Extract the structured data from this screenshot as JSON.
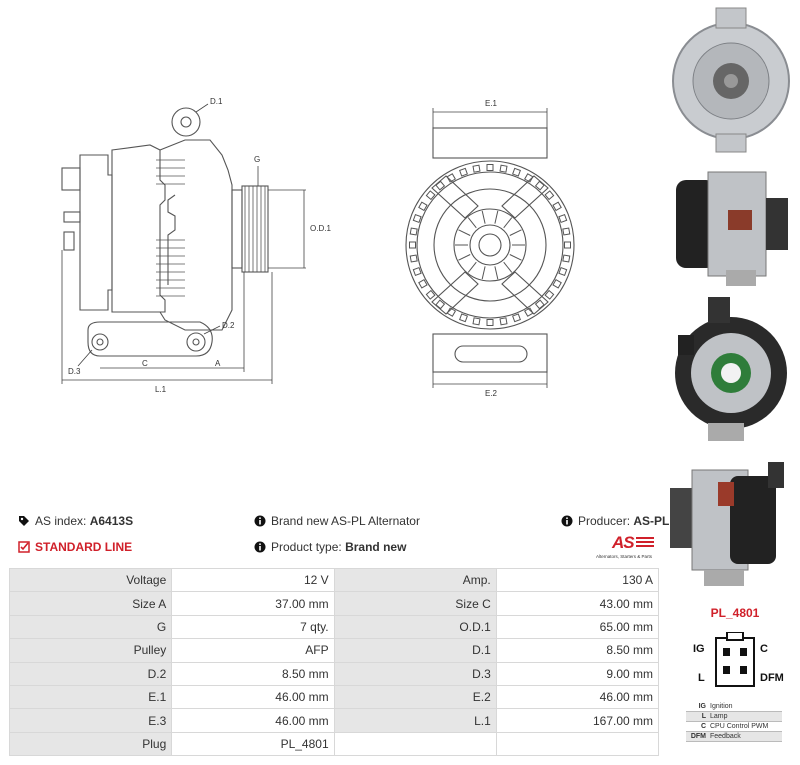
{
  "diagram": {
    "labels": {
      "d1": "D.1",
      "g": "G",
      "od1": "O.D.1",
      "d2": "D.2",
      "d3": "D.3",
      "c": "C",
      "a": "A",
      "l1": "L.1",
      "e1": "E.1",
      "e2": "E.2"
    }
  },
  "info": {
    "as_index_label": "AS index:",
    "as_index_value": "A6413S",
    "line": "STANDARD LINE",
    "desc": "Brand new AS-PL Alternator",
    "product_type_label": "Product type:",
    "product_type_value": "Brand new",
    "producer_label": "Producer:",
    "producer_value": "AS-PL",
    "logo_text": "AS",
    "logo_tagline": "Alternators, Starters & Parts"
  },
  "specs": [
    {
      "k1": "Voltage",
      "v1": "12 V",
      "k2": "Amp.",
      "v2": "130 A"
    },
    {
      "k1": "Size A",
      "v1": "37.00 mm",
      "k2": "Size C",
      "v2": "43.00 mm"
    },
    {
      "k1": "G",
      "v1": "7 qty.",
      "k2": "O.D.1",
      "v2": "65.00 mm"
    },
    {
      "k1": "Pulley",
      "v1": "AFP",
      "k2": "D.1",
      "v2": "8.50 mm"
    },
    {
      "k1": "D.2",
      "v1": "8.50 mm",
      "k2": "D.3",
      "v2": "9.00 mm"
    },
    {
      "k1": "E.1",
      "v1": "46.00 mm",
      "k2": "E.2",
      "v2": "46.00 mm"
    },
    {
      "k1": "E.3",
      "v1": "46.00 mm",
      "k2": "L.1",
      "v2": "167.00 mm"
    },
    {
      "k1": "Plug",
      "v1": "PL_4801",
      "k2": "",
      "v2": ""
    }
  ],
  "plug": {
    "code": "PL_4801",
    "pins": {
      "ig": "IG",
      "c": "C",
      "l": "L",
      "dfm": "DFM"
    },
    "legend": [
      {
        "abbr": "IG",
        "text": "Ignition"
      },
      {
        "abbr": "L",
        "text": "Lamp"
      },
      {
        "abbr": "C",
        "text": "CPU Control PWM"
      },
      {
        "abbr": "DFM",
        "text": "Feedback"
      }
    ]
  },
  "colors": {
    "accent": "#d0202a",
    "row_bg": "#e6e6e6",
    "line": "#444444"
  }
}
